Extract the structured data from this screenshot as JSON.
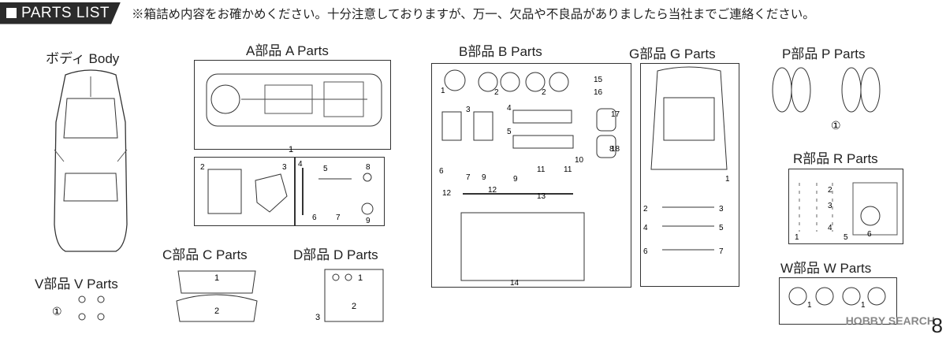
{
  "header": {
    "badge": "PARTS LIST",
    "note": "※箱詰め内容をお確かめください。十分注意しておりますが、万一、欠品や不良品がありましたら当社までご連絡ください。"
  },
  "sections": {
    "body": "ボディ  Body",
    "a": "A部品   A Parts",
    "b": "B部品   B Parts",
    "g": "G部品   G Parts",
    "p": "P部品   P Parts",
    "r": "R部品   R Parts",
    "w": "W部品   W Parts",
    "c": "C部品   C Parts",
    "d": "D部品   D Parts",
    "v": "V部品   V Parts"
  },
  "numbers": {
    "a": [
      "1",
      "2",
      "3",
      "4",
      "5",
      "6",
      "7",
      "8",
      "9"
    ],
    "b": [
      "1",
      "2",
      "2",
      "3",
      "4",
      "5",
      "6",
      "7",
      "8",
      "9",
      "9",
      "10",
      "11",
      "11",
      "12",
      "12",
      "13",
      "14",
      "15",
      "16",
      "17",
      "18"
    ],
    "g": [
      "1",
      "2",
      "3",
      "4",
      "5",
      "6",
      "7"
    ],
    "p": [
      "①"
    ],
    "r": [
      "1",
      "2",
      "3",
      "4",
      "5",
      "6"
    ],
    "w": [
      "1",
      "1"
    ],
    "c": [
      "1",
      "2"
    ],
    "d": [
      "1",
      "2",
      "3"
    ],
    "v": [
      "①"
    ]
  },
  "watermark": "HOBBY SEARCH",
  "page_number": "8"
}
